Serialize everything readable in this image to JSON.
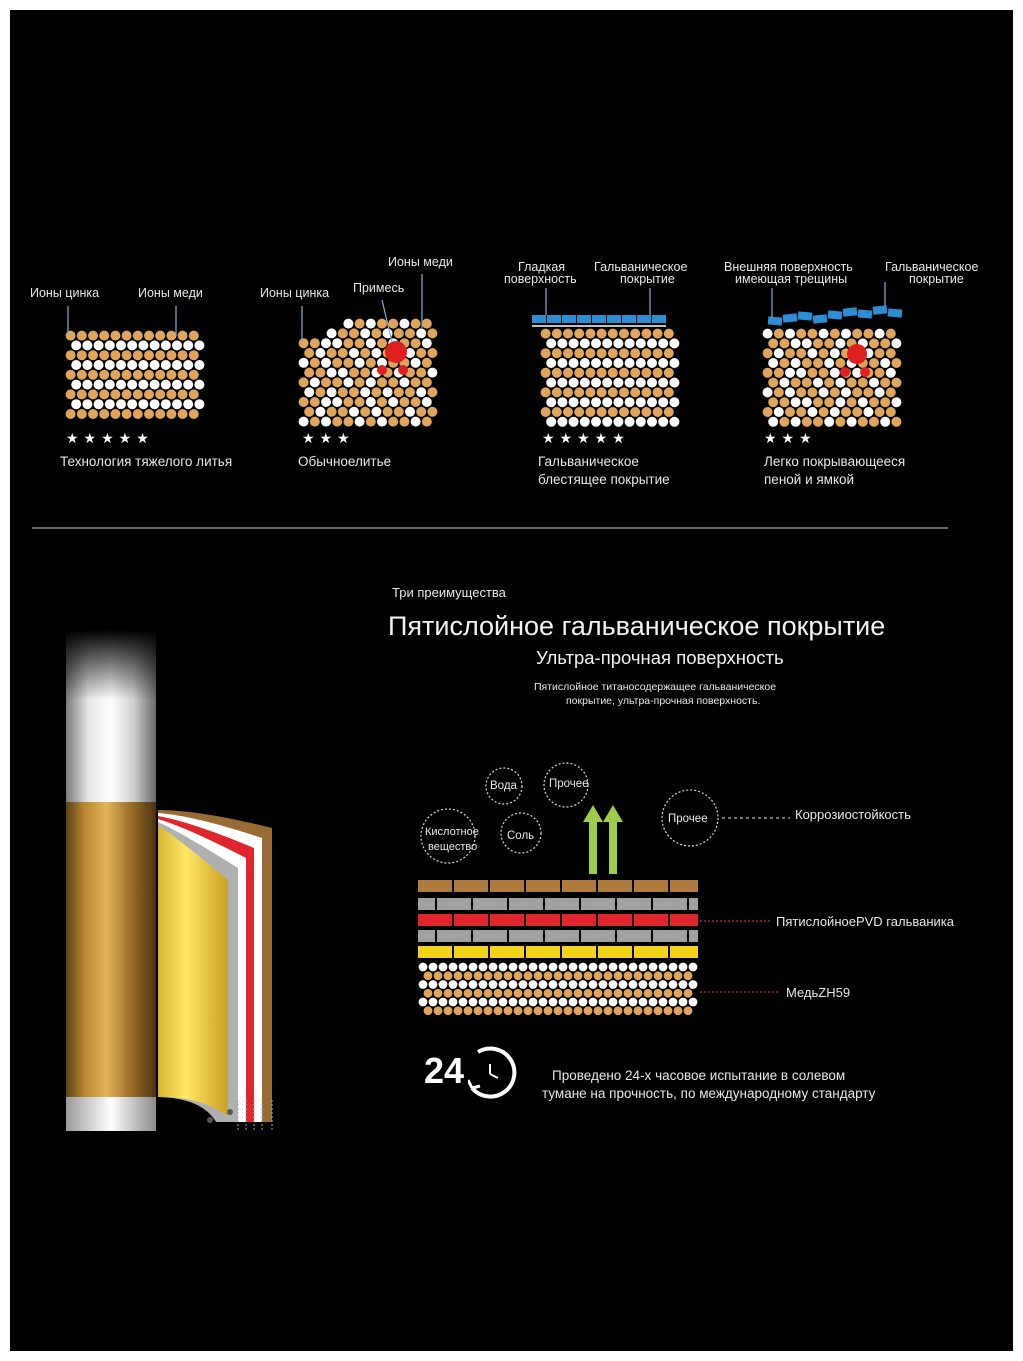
{
  "top_panels": [
    {
      "label_left": "Ионы цинка",
      "label_right": "Ионы меди",
      "stars": "★★★★★",
      "caption": "Технология тяжелого литья"
    },
    {
      "label_left": "Ионы цинка",
      "label_mid": "Примесь",
      "label_right": "Ионы меди",
      "stars": "★★★",
      "caption": "Обычноелитье"
    },
    {
      "label_left_1": "Гладкая",
      "label_left_2": "поверхность",
      "label_right_1": "Гальваническое",
      "label_right_2": "покрытие",
      "stars": "★★★★★",
      "caption_1": "Гальваническое",
      "caption_2": "блестящее покрытие"
    },
    {
      "label_left_1": "Внешняя поверхность",
      "label_left_2": "имеющая трещины",
      "label_right_1": "Гальваническое",
      "label_right_2": "покрытие",
      "stars": "★★★",
      "caption_1": "Легко покрывающееся",
      "caption_2": "пеной и ямкой"
    }
  ],
  "advantage": {
    "kicker": "Три преимущества",
    "title": "Пятислойное гальваническое покрытие",
    "subtitle": "Ультра-прочная поверхность",
    "desc_1": "Пятислойное титаносодержащее гальваническое",
    "desc_2": "покрытие, ультра-прочная поверхность."
  },
  "bubbles": {
    "water": "Вода",
    "other_1": "Прочее",
    "acid_1": "Кислотное",
    "acid_2": "вещество",
    "salt": "Соль",
    "other_2": "Прочее"
  },
  "diagram_labels": {
    "corrosion": "Коррозиостойкость",
    "pvd": "ПятислойноеPVD гальваника",
    "copper": "МедьZH59"
  },
  "test": {
    "badge": "24",
    "line_1": "Проведено 24-х часовое испытание в солевом",
    "line_2": "тумане на прочность, по международному стандарту"
  },
  "colors": {
    "background": "#000000",
    "zinc_ion": "#e0a55a",
    "copper_ion": "#ffffff",
    "impurity": "#e02020",
    "coating_blue": "#2c8fd6",
    "brown_layer": "#b07a3c",
    "gray_layer": "#a0a0a0",
    "red_layer": "#e0262a",
    "yellow_layer": "#f4d21a",
    "arrow_green": "#9ccc4a",
    "rod_gold": "#c9983e"
  }
}
